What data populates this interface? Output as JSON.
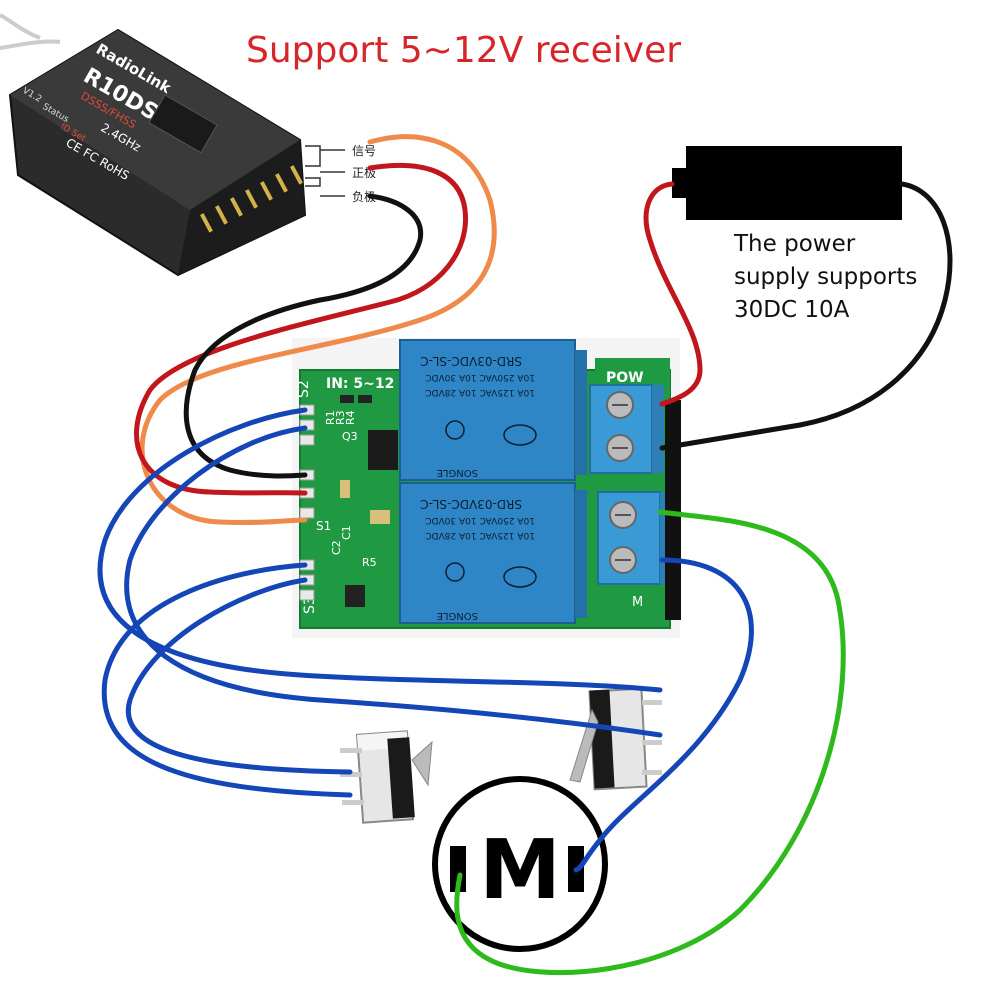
{
  "title": "Support 5~12V receiver",
  "power_note": [
    "The power",
    "supply supports",
    "30DC 10A"
  ],
  "receiver": {
    "brand": "RadioLink",
    "model": "R10DS",
    "mode": "DSSS/FHSS",
    "version": "V1.2",
    "status": "Status",
    "freq": "2.4GHz",
    "cert": "CE FC RoHS",
    "bind": "ID Set"
  },
  "wire_labels": [
    "信号",
    "正极",
    "负极"
  ],
  "board": {
    "in_label": "IN: 5~12",
    "relay_text": [
      "SRD-03VDC-SL-C",
      "10A 250VAC  10A 30VDC",
      "10A 125VAC  10A 28VDC"
    ],
    "relay_brand": "SONGLE",
    "pow_label": "POW",
    "m_label": "M",
    "pins": [
      "S2",
      "S1",
      "S3"
    ],
    "components": [
      "R1",
      "R3",
      "R4",
      "Q3",
      "C1",
      "C2",
      "R5"
    ]
  },
  "motor": {
    "label": "M"
  },
  "colors": {
    "signal": "#f08a4b",
    "positive": "#c0161c",
    "negative": "#111111",
    "switch_wire": "#1446b8",
    "motor_wire": "#2fba1c",
    "pcb": "#1f9a43",
    "relay": "#2f86c6",
    "terminal": "#3a9ad6",
    "title": "#d6262a"
  }
}
